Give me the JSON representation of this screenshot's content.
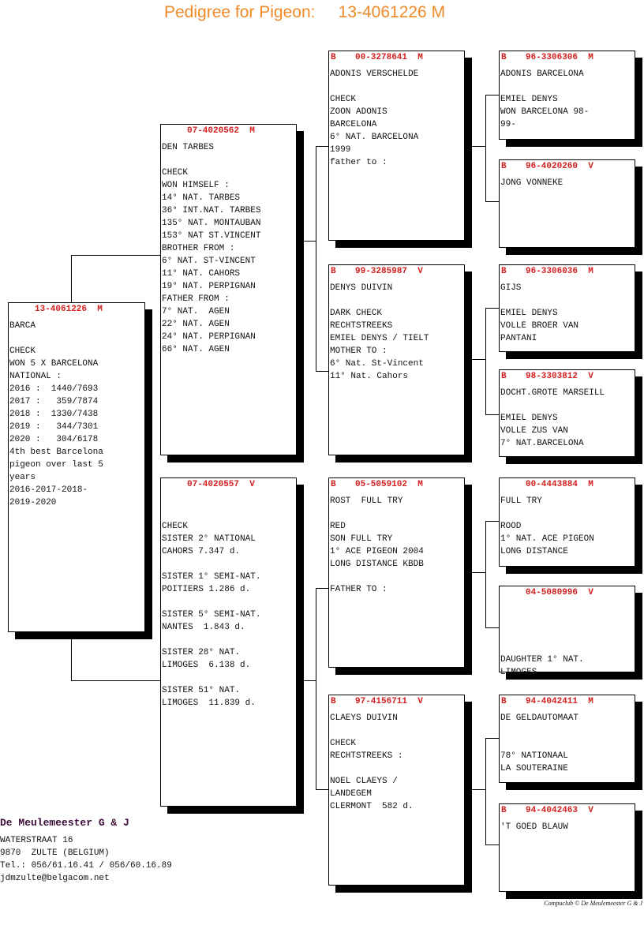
{
  "title": "Pedigree for Pigeon:     13-4061226 M",
  "boxes": [
    {
      "id": "subject",
      "b": "",
      "ring": "13-4061226  M",
      "lines": [
        "BARCA",
        "",
        "CHECK",
        "WON 5 X BARCELONA",
        "NATIONAL :",
        "2016 :  1440/7693",
        "2017 :   359/7874",
        "2018 :  1330/7438",
        "2019 :   344/7301",
        "2020 :   304/6178",
        "4th best Barcelona",
        "pigeon over last 5",
        "years",
        "2016-2017-2018-",
        "2019-2020"
      ]
    },
    {
      "id": "sire",
      "b": "",
      "ring": "07-4020562  M",
      "lines": [
        "DEN TARBES",
        "",
        "CHECK",
        "WON HIMSELF :",
        "14° NAT. TARBES",
        "36° INT.NAT. TARBES",
        "135° NAT. MONTAUBAN",
        "153° NAT ST.VINCENT",
        "BROTHER FROM :",
        "6° NAT. ST-VINCENT",
        "11° NAT. CAHORS",
        "19° NAT. PERPIGNAN",
        "FATHER FROM :",
        "7° NAT.  AGEN",
        "22° NAT. AGEN",
        "24° NAT. PERPIGNAN",
        "66° NAT. AGEN"
      ]
    },
    {
      "id": "dam",
      "b": "",
      "ring": "07-4020557  V",
      "lines": [
        "",
        "",
        "CHECK",
        "SISTER 2° NATIONAL",
        "CAHORS 7.347 d.",
        "",
        "SISTER 1° SEMI-NAT.",
        "POITIERS 1.286 d.",
        "",
        "SISTER 5° SEMI-NAT.",
        "NANTES  1.843 d.",
        "",
        "SISTER 28° NAT.",
        "LIMOGES  6.138 d.",
        "",
        "SISTER 51° NAT.",
        "LIMOGES  11.839 d."
      ]
    },
    {
      "id": "sire-sire",
      "b": "B",
      "ring": "00-3278641  M",
      "lines": [
        "ADONIS VERSCHELDE",
        "",
        "CHECK",
        "ZOON ADONIS",
        "BARCELONA",
        "6° NAT. BARCELONA",
        "1999",
        "father to :"
      ]
    },
    {
      "id": "sire-dam",
      "b": "B",
      "ring": "99-3285987  V",
      "lines": [
        "DENYS DUIVIN",
        "",
        "DARK CHECK",
        "RECHTSTREEKS",
        "EMIEL DENYS / TIELT",
        "MOTHER TO :",
        "6° Nat. St-Vincent",
        "11° Nat. Cahors"
      ]
    },
    {
      "id": "dam-sire",
      "b": "B",
      "ring": "05-5059102  M",
      "lines": [
        "ROST  FULL TRY",
        "",
        "RED",
        "SON FULL TRY",
        "1° ACE PIGEON 2004",
        "LONG DISTANCE KBDB",
        "",
        "FATHER TO :"
      ]
    },
    {
      "id": "dam-dam",
      "b": "B",
      "ring": "97-4156711  V",
      "lines": [
        "CLAEYS DUIVIN",
        "",
        "CHECK",
        "RECHTSTREEKS :",
        "",
        "NOEL CLAEYS /",
        "LANDEGEM",
        "CLERMONT  582 d."
      ]
    },
    {
      "id": "ss-sire",
      "b": "B",
      "ring": "96-3306306  M",
      "lines": [
        "ADONIS BARCELONA",
        "",
        "EMIEL DENYS",
        "WON BARCELONA 98-",
        "99-"
      ]
    },
    {
      "id": "ss-dam",
      "b": "B",
      "ring": "96-4020260  V",
      "lines": [
        "JONG VONNEKE"
      ]
    },
    {
      "id": "sd-sire",
      "b": "B",
      "ring": "96-3306036  M",
      "lines": [
        "GIJS",
        "",
        "EMIEL DENYS",
        "VOLLE BROER VAN",
        "PANTANI"
      ]
    },
    {
      "id": "sd-dam",
      "b": "B",
      "ring": "98-3303812  V",
      "lines": [
        "DOCHT.GROTE MARSEILL",
        "",
        "EMIEL DENYS",
        "VOLLE ZUS VAN",
        "7° NAT.BARCELONA"
      ]
    },
    {
      "id": "ds-sire",
      "b": "",
      "ring": "00-4443884  M",
      "lines": [
        "FULL TRY",
        "",
        "ROOD",
        "1° NAT. ACE PIGEON",
        "LONG DISTANCE"
      ]
    },
    {
      "id": "ds-dam",
      "b": "",
      "ring": "04-5080996  V",
      "lines": [
        "",
        "",
        "",
        "",
        "DAUGHTER 1° NAT.",
        "LIMOGES"
      ]
    },
    {
      "id": "dd-sire",
      "b": "B",
      "ring": "94-4042411  M",
      "lines": [
        "DE GELDAUTOMAAT",
        "",
        "",
        "78° NATIONAAL",
        "LA SOUTERAINE"
      ]
    },
    {
      "id": "dd-dam",
      "b": "B",
      "ring": "94-4042463  V",
      "lines": [
        "'T GOED BLAUW"
      ]
    }
  ],
  "owner": {
    "name": "De Meulemeester G & J",
    "address": [
      "WATERSTRAAT 16",
      "9870  ZULTE (BELGIUM)",
      "Tel.: 056/61.16.41 / 056/60.16.89",
      "jdmzulte@belgacom.net"
    ]
  },
  "copyright": "Compuclub © De Meulemeester G & J"
}
